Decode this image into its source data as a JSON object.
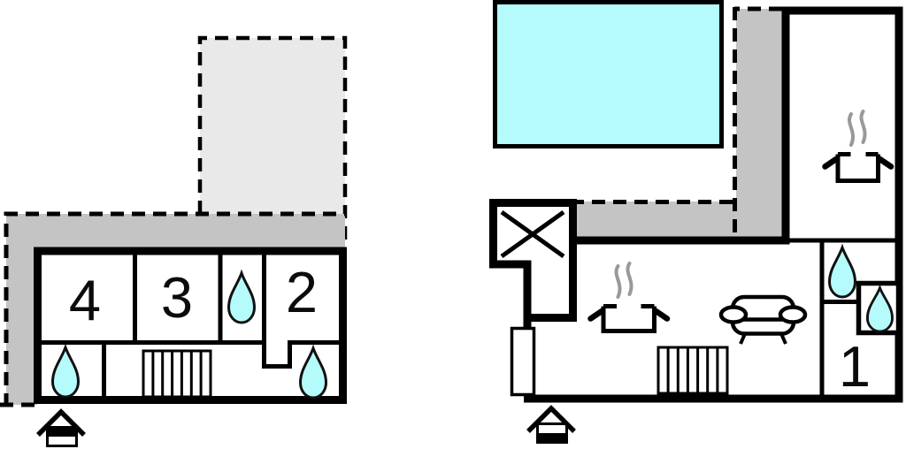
{
  "document": {
    "type": "holiday-home floor plan, two levels side by side"
  },
  "colors": {
    "water": "#b5fbfc",
    "terrace_gray": "#c4c4c4",
    "upper_terrace_gray": "#e9e9e9",
    "walls": "#000000",
    "steam": "#999999",
    "background": "#ffffff"
  },
  "left_plan": {
    "name": "upper-floor-plan",
    "rooms": {
      "room4": "4",
      "room3": "3",
      "room2": "2"
    },
    "level_indicator": "upper-level-highlighted",
    "icons": [
      "water-drop-icon",
      "water-drop-icon",
      "water-drop-icon",
      "stairs-icon",
      "house-level-icon"
    ]
  },
  "right_plan": {
    "name": "ground-floor-plan",
    "rooms": {
      "room1": "1"
    },
    "level_indicator": "ground-level-highlighted",
    "icons": [
      "pool",
      "x-marked-box-icon",
      "stove-icon",
      "stove-icon",
      "sofa-icon",
      "stairs-icon",
      "water-drop-icon",
      "water-drop-icon",
      "door-icon",
      "house-level-icon"
    ]
  }
}
